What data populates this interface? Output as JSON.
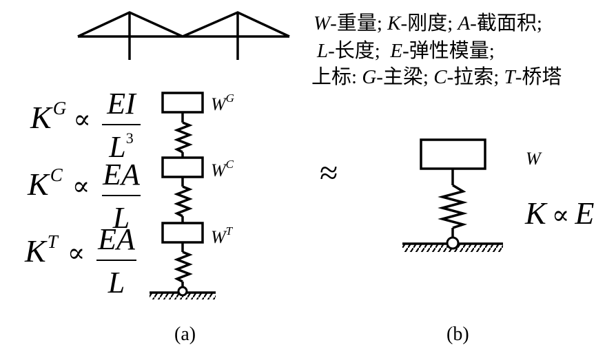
{
  "legend": {
    "line1": [
      {
        "sym": "W",
        "desc": "-重量; "
      },
      {
        "sym": "K",
        "desc": "-刚度; "
      },
      {
        "sym": "A",
        "desc": "-截面积;"
      }
    ],
    "line2": [
      {
        "sym": "L",
        "desc": "-长度;  "
      },
      {
        "sym": "E",
        "desc": "-弹性模量;"
      }
    ],
    "line3_prefix": "上标: ",
    "line3": [
      {
        "sym": "G",
        "desc": "-主梁; "
      },
      {
        "sym": "C",
        "desc": "-拉索; "
      },
      {
        "sym": "T",
        "desc": "-桥塔"
      }
    ]
  },
  "equations": [
    {
      "lhs": "K",
      "sup": "G",
      "prop": "∝",
      "num": "EI",
      "den": "L",
      "den_sup": "3"
    },
    {
      "lhs": "K",
      "sup": "C",
      "prop": "∝",
      "num": "EA",
      "den": "L",
      "den_sup": ""
    },
    {
      "lhs": "K",
      "sup": "T",
      "prop": "∝",
      "num": "EA",
      "den": "L",
      "den_sup": ""
    }
  ],
  "masses_a": [
    {
      "base": "W",
      "sup": "G"
    },
    {
      "base": "W",
      "sup": "C"
    },
    {
      "base": "W",
      "sup": "T"
    }
  ],
  "approx_symbol": "≈",
  "model_b": {
    "mass_label": "W",
    "stiffness": {
      "lhs": "K",
      "prop": "∝",
      "rhs": "E"
    }
  },
  "captions": {
    "a": "(a)",
    "b": "(b)"
  }
}
